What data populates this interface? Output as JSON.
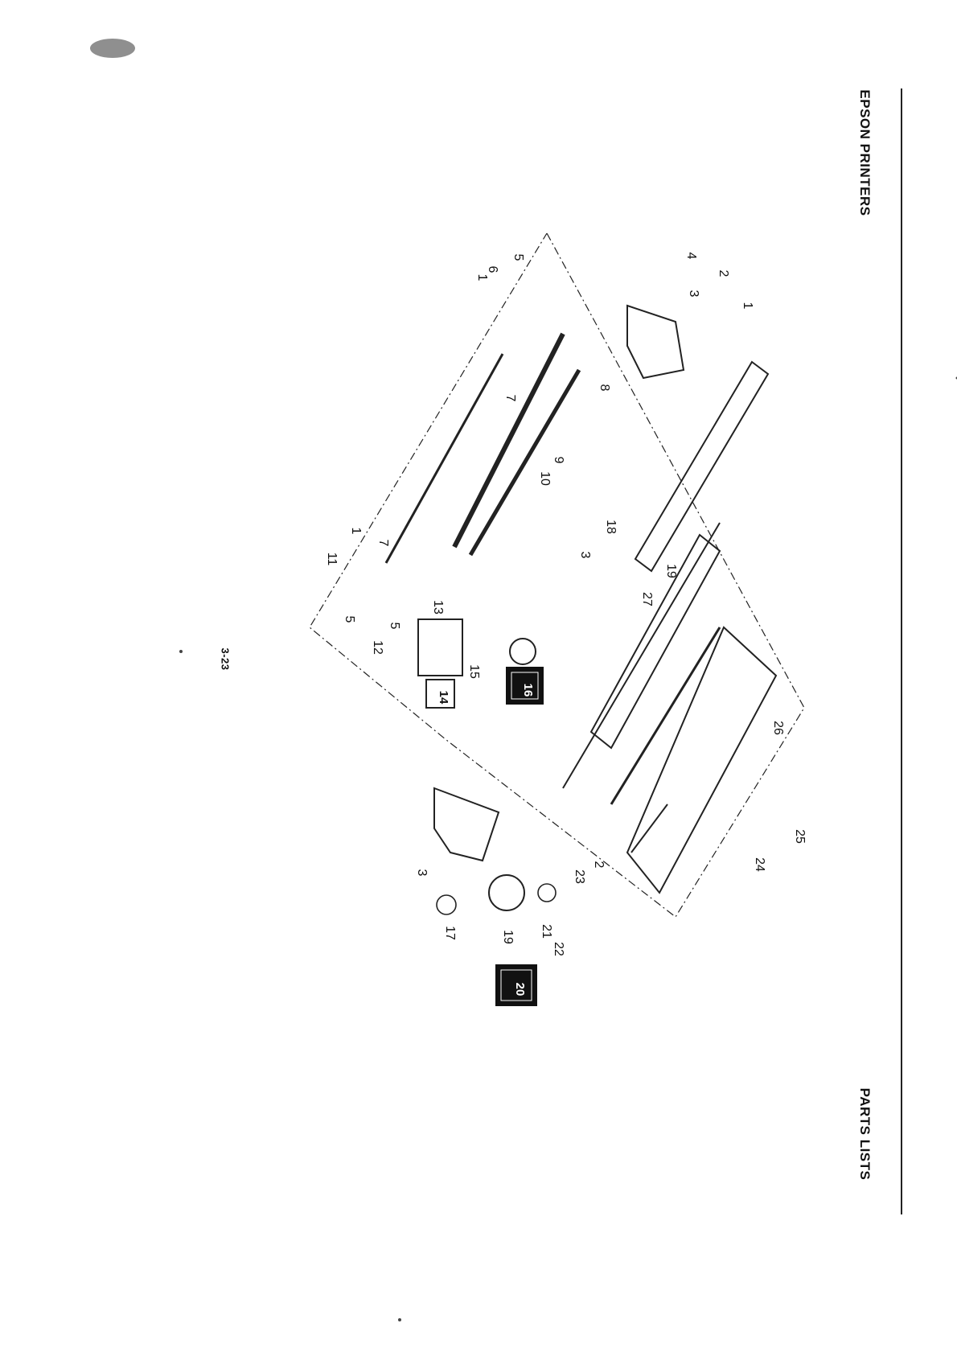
{
  "header": {
    "left_title": "EPSON PRINTERS",
    "right_title": "PARTS LISTS"
  },
  "page_number": "3-23",
  "callouts": [
    "1",
    "2",
    "3",
    "4",
    "5",
    "6",
    "1",
    "7",
    "8",
    "9",
    "10",
    "18",
    "3",
    "19",
    "7",
    "1",
    "11",
    "5",
    "13",
    "5",
    "12",
    "14",
    "15",
    "16",
    "27",
    "26",
    "25",
    "24",
    "2",
    "23",
    "3",
    "17",
    "19",
    "21",
    "22",
    "20"
  ],
  "boxed_callouts": [
    {
      "label": "14",
      "style": "outlined"
    },
    {
      "label": "16",
      "style": "filled"
    },
    {
      "label": "20",
      "style": "filled"
    }
  ]
}
